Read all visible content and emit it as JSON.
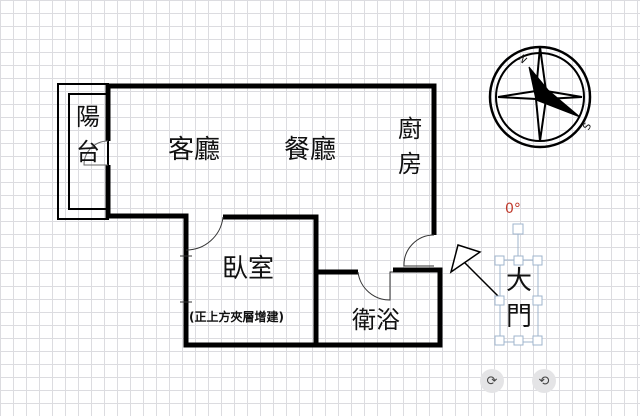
{
  "rooms": {
    "balcony": "陽台",
    "living": "客廳",
    "dining": "餐廳",
    "kitchen": "廚房",
    "bedroom": "臥室",
    "bedroom_note": "(正上方夾層增建)",
    "bathroom": "衛浴",
    "entrance": "大門"
  },
  "selection": {
    "rotation_label": "0°",
    "rotation_color": "#c0392b"
  },
  "toolbar": {
    "rotate_left_icon": "rotate-right-icon",
    "rotate_right_icon": "rotate-left-icon"
  },
  "compass": {
    "north": "N",
    "south": "S"
  }
}
